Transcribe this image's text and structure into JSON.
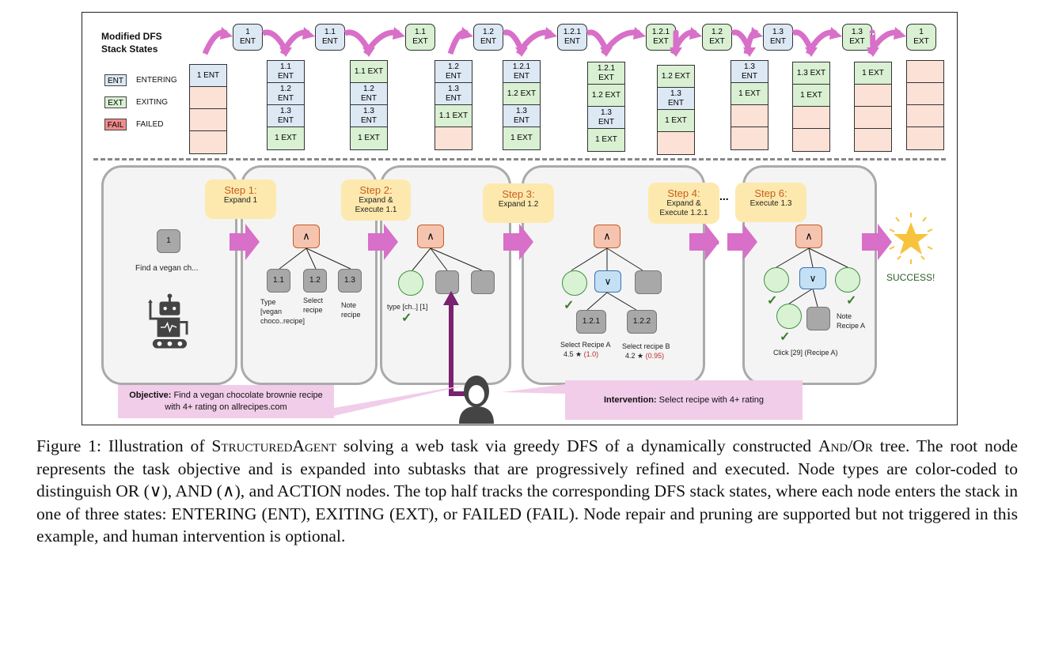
{
  "figure": {
    "stack_title": "Modified DFS\nStack States",
    "legend": [
      {
        "abbr": "ENT",
        "label": "ENTERING",
        "color": "#dde8f5"
      },
      {
        "abbr": "EXT",
        "label": "EXITING",
        "color": "#d9f0d3"
      },
      {
        "abbr": "FAIL",
        "label": "FAILED",
        "color": "#f28c8c"
      }
    ],
    "transitions": [
      "1\nENT",
      "1.1\nENT",
      "1.1\nEXT",
      "1.2\nENT",
      "1.2.1\nENT",
      "1.2.1\nEXT",
      "1.2\nEXT",
      "1.3\nENT",
      "1.3\nEXT",
      "1\nEXT"
    ],
    "stacks": [
      [
        {
          "t": "1 ENT",
          "s": "ent"
        },
        {
          "t": "",
          "s": "empty"
        },
        {
          "t": "",
          "s": "empty"
        },
        {
          "t": "",
          "s": "empty"
        }
      ],
      [
        {
          "t": "1.1\nENT",
          "s": "ent"
        },
        {
          "t": "1.2\nENT",
          "s": "ent"
        },
        {
          "t": "1.3\nENT",
          "s": "ent"
        },
        {
          "t": "1 EXT",
          "s": "ext"
        }
      ],
      [
        {
          "t": "1.1 EXT",
          "s": "ext"
        },
        {
          "t": "1.2\nENT",
          "s": "ent"
        },
        {
          "t": "1.3\nENT",
          "s": "ent"
        },
        {
          "t": "1 EXT",
          "s": "ext"
        }
      ],
      [
        {
          "t": "1.2\nENT",
          "s": "ent"
        },
        {
          "t": "1.3\nENT",
          "s": "ent"
        },
        {
          "t": "1.1 EXT",
          "s": "ext"
        },
        {
          "t": "",
          "s": "empty"
        }
      ],
      [
        {
          "t": "1.2.1\nENT",
          "s": "ent"
        },
        {
          "t": "1.2 EXT",
          "s": "ext"
        },
        {
          "t": "1.3\nENT",
          "s": "ent"
        },
        {
          "t": "1 EXT",
          "s": "ext"
        }
      ],
      [
        {
          "t": "1.2.1\nEXT",
          "s": "ext"
        },
        {
          "t": "1.2 EXT",
          "s": "ext"
        },
        {
          "t": "1.3\nENT",
          "s": "ent"
        },
        {
          "t": "1 EXT",
          "s": "ext"
        }
      ],
      [
        {
          "t": "1.2 EXT",
          "s": "ext"
        },
        {
          "t": "1.3\nENT",
          "s": "ent"
        },
        {
          "t": "1 EXT",
          "s": "ext"
        },
        {
          "t": "",
          "s": "empty"
        }
      ],
      [
        {
          "t": "1.3\nENT",
          "s": "ent"
        },
        {
          "t": "1 EXT",
          "s": "ext"
        },
        {
          "t": "",
          "s": "empty"
        },
        {
          "t": "",
          "s": "empty"
        }
      ],
      [
        {
          "t": "1.3 EXT",
          "s": "ext"
        },
        {
          "t": "1 EXT",
          "s": "ext"
        },
        {
          "t": "",
          "s": "empty"
        },
        {
          "t": "",
          "s": "empty"
        }
      ],
      [
        {
          "t": "1 EXT",
          "s": "ext"
        },
        {
          "t": "",
          "s": "empty"
        },
        {
          "t": "",
          "s": "empty"
        },
        {
          "t": "",
          "s": "empty"
        }
      ],
      [
        {
          "t": "",
          "s": "empty"
        },
        {
          "t": "",
          "s": "empty"
        },
        {
          "t": "",
          "s": "empty"
        },
        {
          "t": "",
          "s": "empty"
        }
      ]
    ],
    "steps": [
      {
        "head": "Step 1:",
        "body": "Expand 1"
      },
      {
        "head": "Step 2:",
        "body": "Expand &\nExecute 1.1"
      },
      {
        "head": "Step 3:",
        "body": "Expand 1.2"
      },
      {
        "head": "Step 4:",
        "body": "Expand &\nExecute 1.2.1"
      },
      {
        "head": "Step 6:",
        "body": "Execute 1.3"
      }
    ],
    "panel0": {
      "root": "1",
      "text": "Find a vegan ch..."
    },
    "panel1": {
      "and": "∧",
      "children": [
        "1.1",
        "1.2",
        "1.3"
      ],
      "labels": [
        "Type\n[vegan\nchoco..recipe]",
        "Select\nrecipe",
        "Note\nrecipe"
      ]
    },
    "panel2": {
      "and": "∧",
      "done_label": "type [ch..] [1]"
    },
    "panel3": {
      "and": "∧",
      "or": "∨",
      "children": [
        "1.2.1",
        "1.2.2"
      ],
      "optA": "Select Recipe A",
      "optB": "Select recipe B",
      "scoreA": "4.5 ★",
      "confA": "(1.0)",
      "scoreB": "4.2 ★",
      "confB": "(0.95)"
    },
    "panel4": {
      "and": "∧",
      "or": "∨",
      "note": "Note\nRecipe A",
      "click": "Click [29] (Recipe A)"
    },
    "success": "SUCCESS!",
    "objective_head": "Objective:",
    "objective_text": " Find a vegan chocolate brownie recipe with 4+ rating on allrecipes.com",
    "intervention_head": "Intervention:",
    "intervention_text": " Select recipe with 4+ rating",
    "ellipsis": "..."
  },
  "caption": {
    "prefix": "Figure 1: Illustration of ",
    "agent": "StructuredAgent",
    "p1": " solving a web task via greedy DFS of a dynamically constructed ",
    "andor": "And/Or",
    "p2": " tree. The root node represents the task objective and is expanded into subtasks that are progressively refined and executed. Node types are color-coded to distinguish OR (∨), AND (∧), and ACTION nodes. The top half tracks the corresponding DFS stack states, where each node enters the stack in one of three states: ENTERING (ENT), EXITING (EXT), or FAILED (FAIL). Node repair and pruning are supported but not triggered in this example, and human intervention is optional."
  }
}
